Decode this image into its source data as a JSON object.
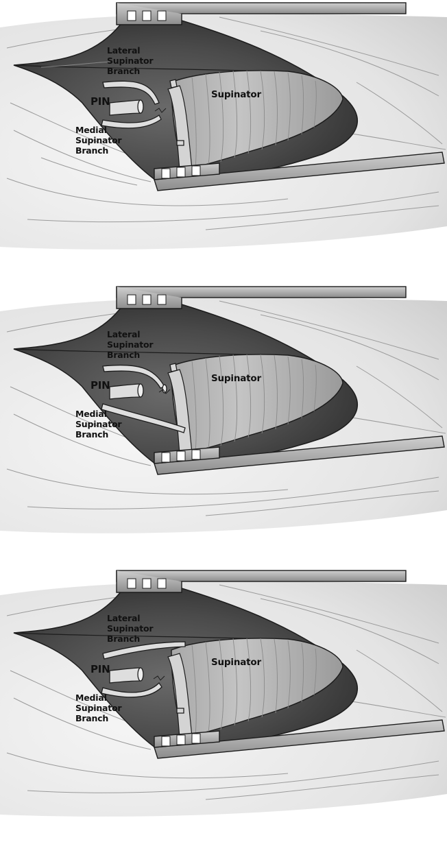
{
  "colors": {
    "skin": "#eeeeee",
    "skin_line": "#8a8a8a",
    "cavity_dark": "#3f3f3f",
    "cavity_mid": "#6e6e6e",
    "muscle": "#bdbdbd",
    "muscle_striation": "#8d8d8d",
    "nerve": "#dcdcdc",
    "retractor": "#a4a4a4",
    "outline": "#1c1c1c"
  },
  "panels": [
    {
      "labels": {
        "lateral_branch": [
          "Lateral",
          "Supinator",
          "Branch"
        ],
        "medial_branch": [
          "Medial",
          "Supinator",
          "Branch"
        ],
        "muscle": "Supinator",
        "nerve": "PIN"
      }
    },
    {
      "labels": {
        "lateral_branch": [
          "Lateral",
          "Supinator",
          "Branch"
        ],
        "medial_branch": [
          "Medial",
          "Supinator",
          "Branch"
        ],
        "muscle": "Supinator",
        "nerve": "PIN"
      }
    },
    {
      "labels": {
        "lateral_branch": [
          "Lateral",
          "Supinator",
          "Branch"
        ],
        "medial_branch": [
          "Medial",
          "Supinator",
          "Branch"
        ],
        "muscle": "Supinator",
        "nerve": "PIN"
      }
    }
  ]
}
